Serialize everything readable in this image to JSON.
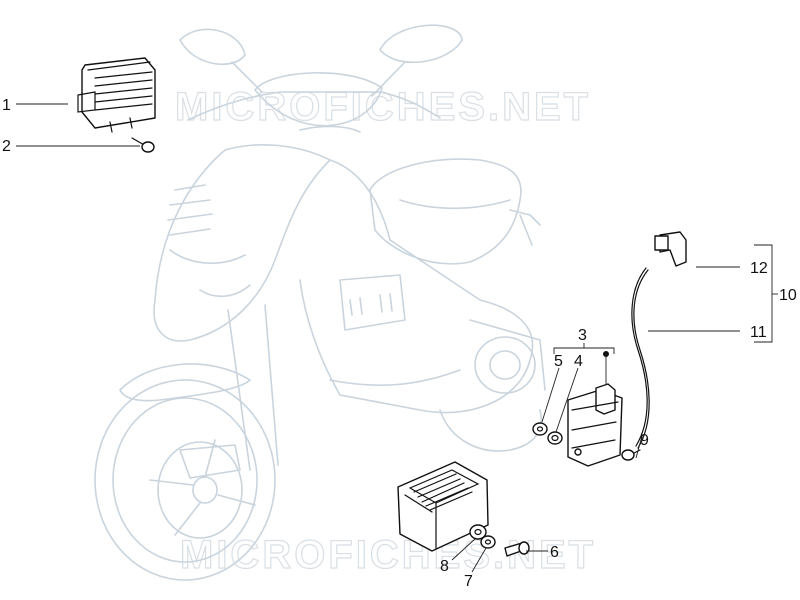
{
  "watermark": "MICROFICHES.NET",
  "callouts": [
    {
      "id": "1",
      "label": "1"
    },
    {
      "id": "2",
      "label": "2"
    },
    {
      "id": "3",
      "label": "3"
    },
    {
      "id": "4",
      "label": "4"
    },
    {
      "id": "5",
      "label": "5"
    },
    {
      "id": "6",
      "label": "6"
    },
    {
      "id": "7",
      "label": "7"
    },
    {
      "id": "8",
      "label": "8"
    },
    {
      "id": "9",
      "label": "9"
    },
    {
      "id": "10",
      "label": "10"
    },
    {
      "id": "11",
      "label": "11"
    },
    {
      "id": "12",
      "label": "12"
    }
  ],
  "parts": [
    {
      "name": "voltage-regulator",
      "callout": "1"
    },
    {
      "name": "regulator-screw",
      "callout": "2"
    },
    {
      "name": "ignition-coil-assembly",
      "callout": "3"
    },
    {
      "name": "coil-spacer",
      "callout": "4"
    },
    {
      "name": "coil-washer",
      "callout": "5"
    },
    {
      "name": "cdi-screw",
      "callout": "6"
    },
    {
      "name": "cdi-washer",
      "callout": "7"
    },
    {
      "name": "cdi-spacer",
      "callout": "8"
    },
    {
      "name": "coil-bolt",
      "callout": "9"
    },
    {
      "name": "ht-lead-assembly",
      "callout": "10"
    },
    {
      "name": "ht-lead",
      "callout": "11"
    },
    {
      "name": "spark-plug-cap",
      "callout": "12"
    }
  ],
  "colors": {
    "ghost": "#c9d4dd",
    "ink": "#111111",
    "watermark": "#d9dfe4"
  }
}
